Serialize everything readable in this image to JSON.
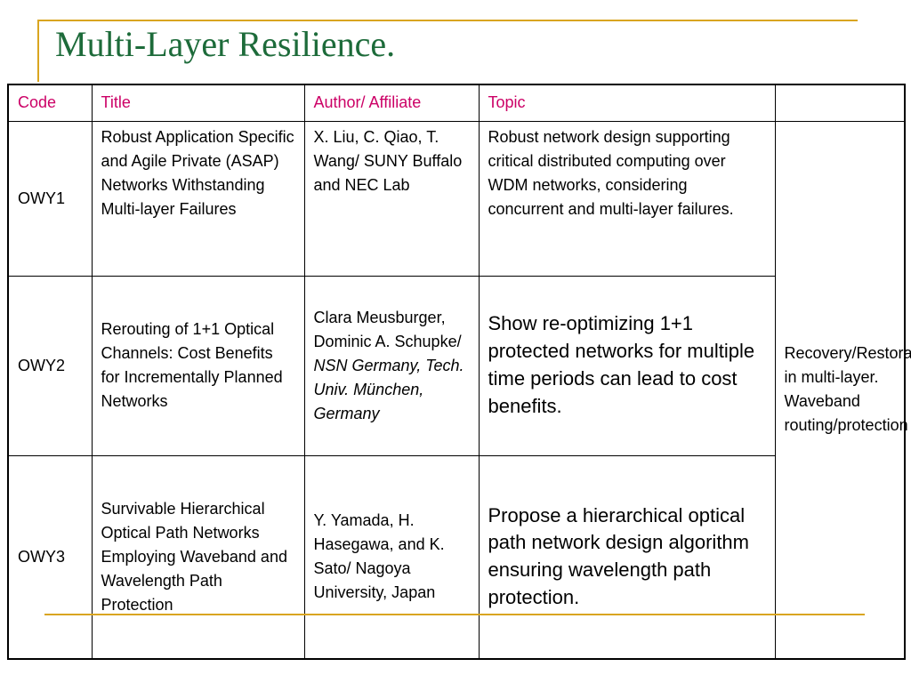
{
  "title": "Multi-Layer Resilience.",
  "table": {
    "headers": [
      "Code",
      "Title",
      "Author/ Affiliate",
      "Topic",
      ""
    ],
    "rows": [
      {
        "code": "OWY1",
        "title": "Robust Application Specific and Agile Private (ASAP) Networks Withstanding Multi-layer Failures",
        "author": "X. Liu, C. Qiao, T. Wang/ SUNY Buffalo and NEC Lab",
        "topic": "Robust network design supporting critical distributed computing over WDM networks, considering concurrent and multi-layer failures."
      },
      {
        "code": "OWY2",
        "title": "Rerouting of 1+1 Optical Channels: Cost Benefits for Incrementally Planned Networks",
        "author_plain": "Clara Meusburger, Dominic A. Schupke/ ",
        "author_italic": "NSN Germany, Tech. Univ. München, Germany",
        "topic": "Show re-optimizing 1+1 protected networks for multiple time periods can lead to cost benefits."
      },
      {
        "code": "OWY3",
        "title": "Survivable Hierarchical Optical Path Networks Employing Waveband and Wavelength Path Protection",
        "author": "Y. Yamada, H. Hasegawa, and K. Sato/ Nagoya University, Japan",
        "topic": "Propose a hierarchical optical path network design algorithm ensuring wavelength path protection."
      }
    ],
    "merged_cell": "Recovery/Restoration in multi-layer. Waveband routing/protection"
  },
  "colors": {
    "title": "#1d6b3a",
    "header_text": "#cc0066",
    "decor_line": "#d9a520"
  }
}
